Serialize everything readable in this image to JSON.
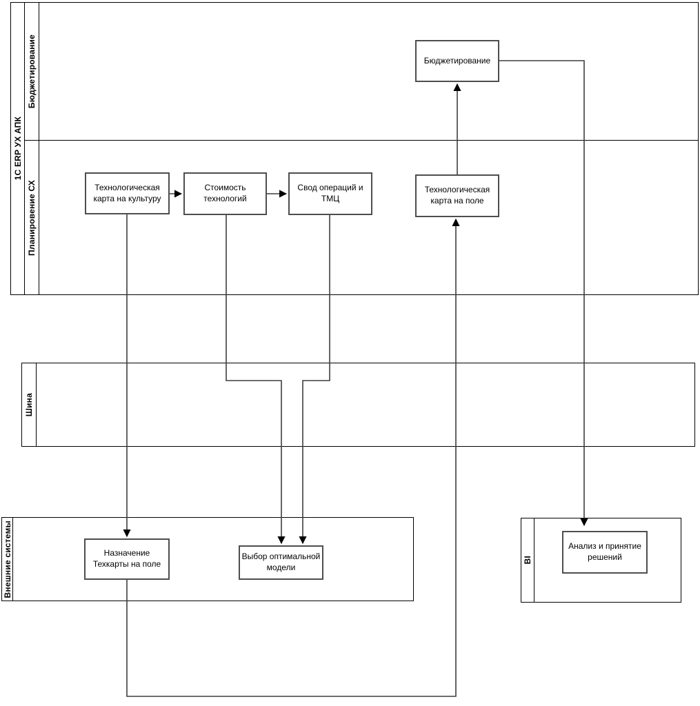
{
  "diagram": {
    "pools": {
      "erp": {
        "label": "1С ERP УХ АПК",
        "lanes": {
          "budgeting": {
            "label": "Бюджетирование"
          },
          "planning": {
            "label": "Планировение СХ"
          }
        }
      },
      "bus": {
        "label": "Шина"
      },
      "external": {
        "label": "Внешние системы"
      },
      "bi": {
        "label": "BI"
      }
    },
    "nodes": {
      "budgeting_box": {
        "label": "Бюджетирование"
      },
      "tech_card_culture": {
        "label": "Технологическая\nкарта на культуру"
      },
      "cost_of_tech": {
        "label": "Стоимость\nтехнологий"
      },
      "operations_summary": {
        "label": "Свод операций и\nТМЦ"
      },
      "tech_card_field": {
        "label": "Технологическая\nкарта на поле"
      },
      "assign_tech_card": {
        "label": "Назначение\nТехкарты на поле"
      },
      "optimal_model": {
        "label": "Выбор оптимальной\nмодели"
      },
      "analysis_decisions": {
        "label": "Анализ и принятие\nрешений"
      }
    },
    "colors": {
      "background": "#ffffff",
      "pool_stroke": "#000000",
      "node_stroke": "#4d4d4d",
      "edge_stroke": "#3d3d3d",
      "text": "#000000"
    }
  }
}
